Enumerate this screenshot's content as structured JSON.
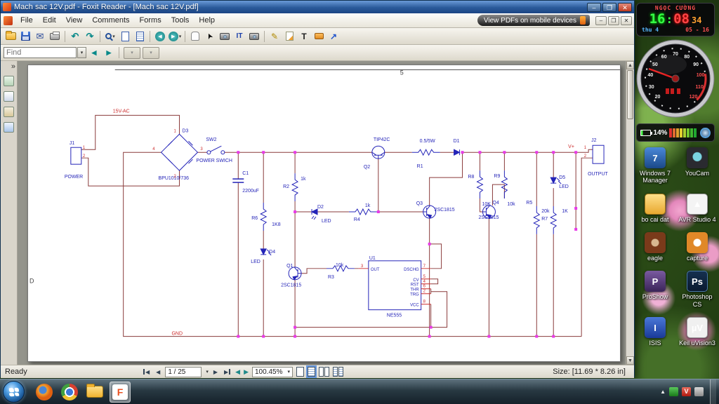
{
  "window": {
    "title": "Mach sac 12V.pdf - Foxit Reader - [Mach sac 12V.pdf]",
    "menu": {
      "items": [
        "File",
        "Edit",
        "View",
        "Comments",
        "Forms",
        "Tools",
        "Help"
      ],
      "promo": "View PDFs on mobile devices"
    },
    "find": {
      "placeholder": "Find"
    },
    "status": {
      "ready": "Ready",
      "page": "1 / 25",
      "zoom": "100.45%",
      "size": "Size: [11.69 * 8.26 in]"
    }
  },
  "schematic": {
    "frame": {
      "col": "5",
      "row": "D"
    },
    "nets": {
      "ac": "15V-AC",
      "gnd": "GND",
      "vplus": "V+"
    },
    "conn_pins": [
      "1",
      "2"
    ],
    "bridge_pins": [
      "1",
      "2",
      "3",
      "4"
    ],
    "components": {
      "j1": {
        "ref": "J1",
        "val": "POWER"
      },
      "j2": {
        "ref": "J2",
        "val": "OUTPUT"
      },
      "d3": {
        "ref": "D3",
        "val": "BPU1010/736"
      },
      "sw2": {
        "ref": "SW2",
        "val": "POWER SWICH"
      },
      "c1": {
        "ref": "C1",
        "val": "2200uF"
      },
      "r1": {
        "ref": "R1",
        "val": "0.5/5W"
      },
      "r2": {
        "ref": "R2",
        "val": "1k"
      },
      "r3": {
        "ref": "R3",
        "val": "10k"
      },
      "r4": {
        "ref": "R4",
        "val": "1k"
      },
      "r5": {
        "ref": "R5",
        "val": "20k"
      },
      "r6": {
        "ref": "R6",
        "val": "1K8"
      },
      "r7": {
        "ref": "R7",
        "val": "1K"
      },
      "r8": {
        "ref": "R8",
        "val": "10K"
      },
      "r9": {
        "ref": "R9",
        "val": "10k"
      },
      "d1": {
        "ref": "D1"
      },
      "d2": {
        "ref": "D2",
        "val": "LED"
      },
      "d4": {
        "ref": "D4",
        "val": "LED"
      },
      "d5": {
        "ref": "D5",
        "val": "LED"
      },
      "q1": {
        "ref": "Q1",
        "val": "2SC1815"
      },
      "q2": {
        "ref": "Q2",
        "val": "TIP42C"
      },
      "q3": {
        "ref": "Q3",
        "val": "2SC1815"
      },
      "q4": {
        "ref": "Q4",
        "val": "2SC1815"
      },
      "u1": {
        "ref": "U1",
        "val": "NE555"
      }
    },
    "u1_pins": {
      "out": {
        "name": "OUT",
        "num": "3"
      },
      "dschg": {
        "name": "DSCHG",
        "num": "7"
      },
      "cv": {
        "name": "CV",
        "num": "5"
      },
      "rst": {
        "name": "RST",
        "num": "4"
      },
      "thr": {
        "name": "THR",
        "num": "6"
      },
      "trg": {
        "name": "TRG",
        "num": "2"
      },
      "vcc": {
        "name": "VCC",
        "num": "8"
      }
    }
  },
  "desktop": {
    "clock": {
      "owner": "NGỌC CƯỜNG",
      "hours": "16",
      "colon": ":",
      "minutes": "08",
      "seconds": "34",
      "dow": "thu 4",
      "date": "05 - 16"
    },
    "gauge": {
      "labels": [
        "20",
        "30",
        "40",
        "50",
        "60",
        "70",
        "80",
        "90",
        "100",
        "110",
        "120"
      ]
    },
    "battery": {
      "percent": "14%"
    },
    "icons": [
      {
        "label": "Windows 7 Manager",
        "glyph": "7"
      },
      {
        "label": "YouCam",
        "glyph": ""
      },
      {
        "label": "bo cai dat",
        "glyph": ""
      },
      {
        "label": "AVR Studio 4",
        "glyph": "▲"
      },
      {
        "label": "eagle",
        "glyph": ""
      },
      {
        "label": "capture",
        "glyph": ""
      },
      {
        "label": "ProShow",
        "glyph": "P"
      },
      {
        "label": "Photoshop CS",
        "glyph": "Ps"
      },
      {
        "label": "ISIS",
        "glyph": "I"
      },
      {
        "label": "Keil uVision3",
        "glyph": "µV"
      }
    ]
  },
  "taskbar": {
    "apps": [
      "start-orb",
      "firefox",
      "chrome",
      "explorer",
      "foxit-reader"
    ]
  }
}
